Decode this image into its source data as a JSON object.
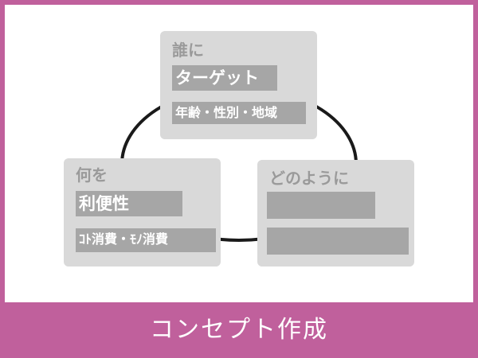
{
  "diagram": {
    "who": {
      "title": "誰に",
      "items": [
        "ターゲット",
        "年齢・性別・地域"
      ]
    },
    "what": {
      "title": "何を",
      "items": [
        "利便性",
        "ｺﾄ消費・ﾓﾉ消費"
      ]
    },
    "how": {
      "title": "どのように",
      "items": [
        "",
        ""
      ]
    }
  },
  "footer": {
    "title": "コンセプト作成"
  },
  "colors": {
    "frame": "#c0609c",
    "card": "#d9d9d9",
    "bar": "#a6a6a6",
    "title_text": "#9a9a9a",
    "ring": "#1a1a1a"
  }
}
